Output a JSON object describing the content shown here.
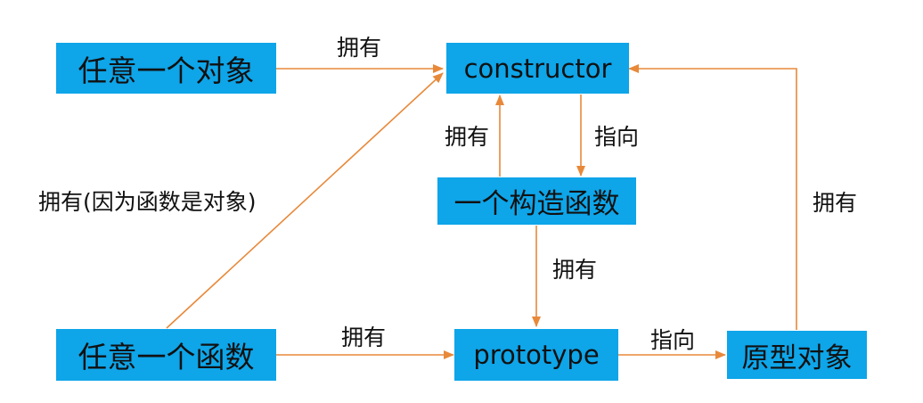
{
  "diagram": {
    "nodes": {
      "any_object": "任意一个对象",
      "constructor": "constructor",
      "a_constructor_function": "一个构造函数",
      "any_function": "任意一个函数",
      "prototype": "prototype",
      "prototype_object": "原型对象"
    },
    "edge_labels": {
      "object_has_constructor": "拥有",
      "func_has_constructor": "拥有(因为函数是对象)",
      "ctor_fn_has_constructor": "拥有",
      "constructor_points_to_fn": "指向",
      "ctor_fn_has_prototype": "拥有",
      "func_has_prototype": "拥有",
      "prototype_points_to_object": "指向",
      "proto_object_has_constructor": "拥有"
    },
    "colors": {
      "node_fill": "#0ea5e9",
      "arrow": "#e8893a"
    }
  }
}
